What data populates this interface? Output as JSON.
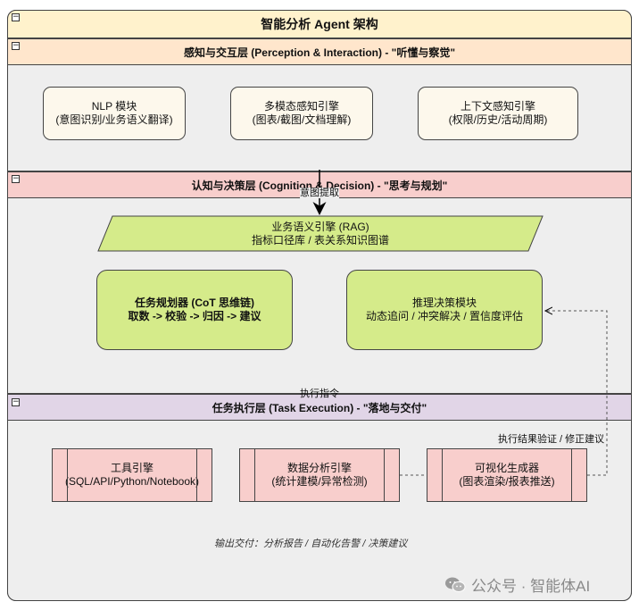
{
  "title": "智能分析 Agent 架构",
  "colors": {
    "title_bg": "#fff2cc",
    "perception_bg": "#ffe6cc",
    "cognition_bg": "#f8cecc",
    "execution_bg": "#e1d5e7",
    "green_node": "#d5eb8a",
    "pink_node": "#f8cecc"
  },
  "perception": {
    "header": "感知与交互层 (Perception & Interaction) - \"听懂与察觉\"",
    "nodes": [
      {
        "line1": "NLP 模块",
        "line2": "(意图识别/业务语义翻译)"
      },
      {
        "line1": "多模态感知引擎",
        "line2": "(图表/截图/文档理解)"
      },
      {
        "line1": "上下文感知引擎",
        "line2": "(权限/历史/活动周期)"
      }
    ]
  },
  "cognition": {
    "header": "认知与决策层 (Cognition & Decision) - \"思考与规划\"",
    "intent_edge_label": "意图提取",
    "semantic_engine": {
      "line1": "业务语义引擎 (RAG)",
      "line2": "指标口径库 / 表关系知识图谱"
    },
    "planner": {
      "line1": "任务规划器 (CoT 思维链)",
      "line2": "取数 -> 校验 -> 归因 -> 建议"
    },
    "decision": {
      "line1": "推理决策模块",
      "line2": "动态追问 / 冲突解决 / 置信度评估"
    }
  },
  "execution": {
    "header": "任务执行层 (Task Execution) - \"落地与交付\"",
    "instruction_edge_label": "执行指令",
    "feedback_edge_label": "执行结果验证 / 修正建议",
    "nodes": [
      {
        "line1": "工具引擎",
        "line2": "(SQL/API/Python/Notebook)"
      },
      {
        "line1": "数据分析引擎",
        "line2": "(统计建模/异常检测)"
      },
      {
        "line1": "可视化生成器",
        "line2": "(图表渲染/报表推送)"
      }
    ],
    "output_note": "输出交付：分析报告 / 自动化告警 / 决策建议"
  },
  "watermark": {
    "icon": "wechat-icon",
    "text": "公众号 · 智能体AI"
  }
}
